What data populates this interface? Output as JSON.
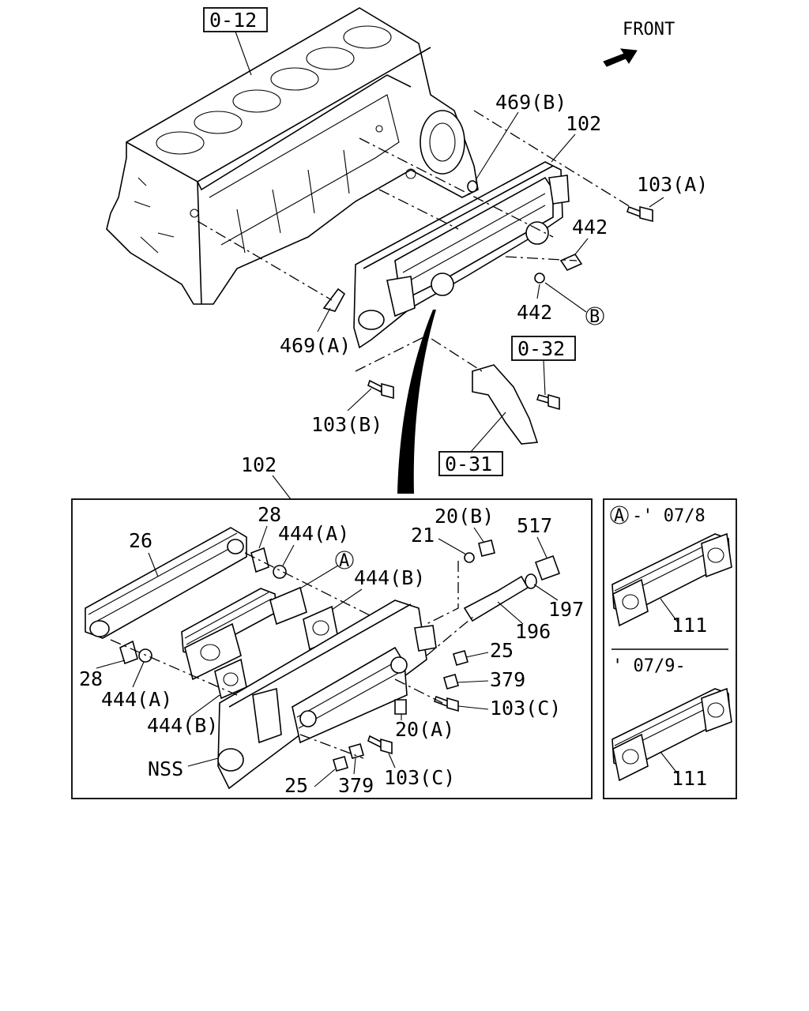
{
  "direction": {
    "front": "FRONT"
  },
  "refs": {
    "r012": "0-12",
    "r032": "0-32",
    "r031": "0-31"
  },
  "labels": {
    "l469b": "469(B)",
    "l102_top": "102",
    "l103a": "103(A)",
    "l442_top": "442",
    "l442_bot": "442",
    "lB": "B",
    "l469a": "469(A)",
    "l103b": "103(B)",
    "l102_mid": "102",
    "l26": "26",
    "l28_top": "28",
    "l444a_top": "444(A)",
    "lA_mid": "A",
    "l444b_top": "444(B)",
    "l21": "21",
    "l20b": "20(B)",
    "l517": "517",
    "l197": "197",
    "l196": "196",
    "l25_right": "25",
    "l379_right": "379",
    "l103c_right": "103(C)",
    "l20a": "20(A)",
    "l28_bot": "28",
    "l444a_bot": "444(A)",
    "l444b_bot": "444(B)",
    "lNSS": "NSS",
    "l25_bot": "25",
    "l379_bot": "379",
    "l103c_bot": "103(C)"
  },
  "side_panel": {
    "variant_a_circle": "A",
    "variant_a": "-' 07/8",
    "variant_b": "' 07/9-",
    "part_a": "111",
    "part_b": "111"
  }
}
